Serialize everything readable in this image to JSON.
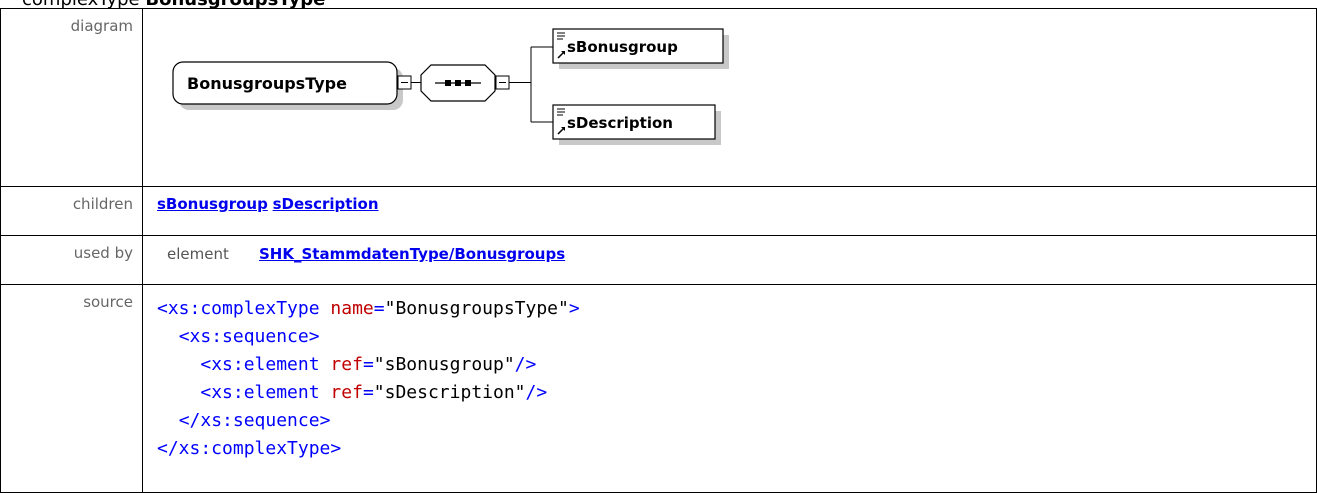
{
  "heading": {
    "kind": "complexType",
    "name": "BonusgroupsType"
  },
  "rows": {
    "diagram_label": "diagram",
    "children_label": "children",
    "usedby_label": "used by",
    "source_label": "source"
  },
  "diagram": {
    "type_box": "BonusgroupsType",
    "elements": [
      "sBonusgroup",
      "sDescription"
    ]
  },
  "children": [
    "sBonusgroup",
    "sDescription"
  ],
  "used_by": {
    "kind": "element",
    "ref": "SHK_StammdatenType/Bonusgroups"
  },
  "source": {
    "open_tag": "<xs:complexType",
    "name_attr": "name",
    "name_value": "\"BonusgroupsType\"",
    "seq_open": "<xs:sequence>",
    "el_tag": "<xs:element",
    "ref_attr": "ref",
    "ref1": "\"sBonusgroup\"",
    "ref2": "\"sDescription\"",
    "self_close": "/>",
    "seq_close": "</xs:sequence>",
    "close_tag": "</xs:complexType>",
    "gt": ">",
    "eq": "="
  },
  "colors": {
    "link": "#0000ee",
    "tag": "#0000ff",
    "attr": "#c00000"
  }
}
